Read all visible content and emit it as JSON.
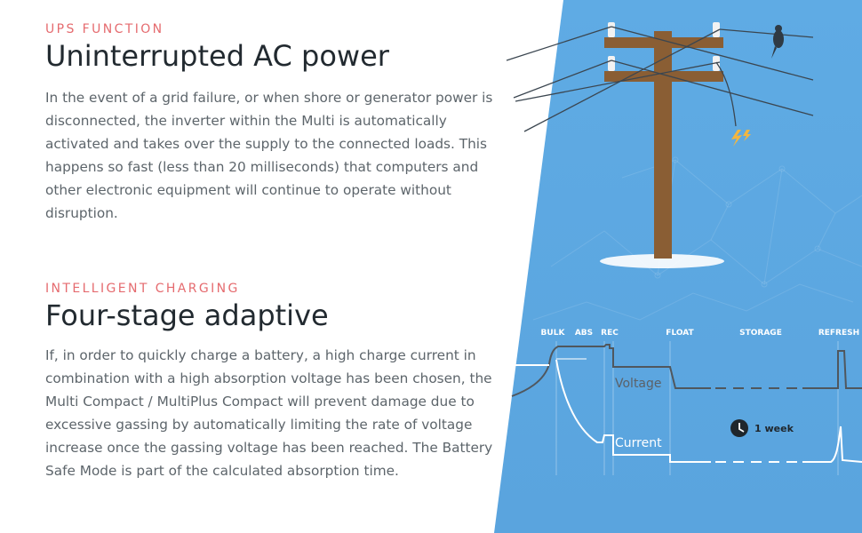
{
  "sections": [
    {
      "eyebrow": "UPS FUNCTION",
      "title": "Uninterrupted AC power",
      "body": "In the event of a grid failure, or when shore or generator power is disconnected, the inverter within the Multi is automatically activated and takes over the supply to the connected loads. This happens so fast (less than 20 milliseconds) that computers and other electronic equipment will continue to operate without disruption."
    },
    {
      "eyebrow": "INTELLIGENT CHARGING",
      "title": "Four-stage adaptive",
      "body": "If, in order to quickly charge a battery, a high charge current in combination with a high absorption voltage has been chosen, the Multi Compact / MultiPlus Compact will prevent damage due to excessive gassing by automatically limiting the rate of voltage increase once the gassing voltage has been reached. The Battery Safe Mode is part of the calculated absorption time."
    }
  ],
  "charging_chart": {
    "stages": [
      "BULK",
      "ABS",
      "REC",
      "FLOAT",
      "STORAGE",
      "REFRESH"
    ],
    "voltage_label": "Voltage",
    "current_label": "Current",
    "duration_label": "1 week",
    "duration_icon": "clock-icon"
  },
  "illustration": {
    "icons": [
      "utility-pole-icon",
      "bird-icon",
      "spark-icon"
    ]
  },
  "colors": {
    "accent": "#e56b6f",
    "panel_blue": "#5ea9e2",
    "heading": "#222a30",
    "body": "#5d656b",
    "pole": "#8a5e34"
  }
}
